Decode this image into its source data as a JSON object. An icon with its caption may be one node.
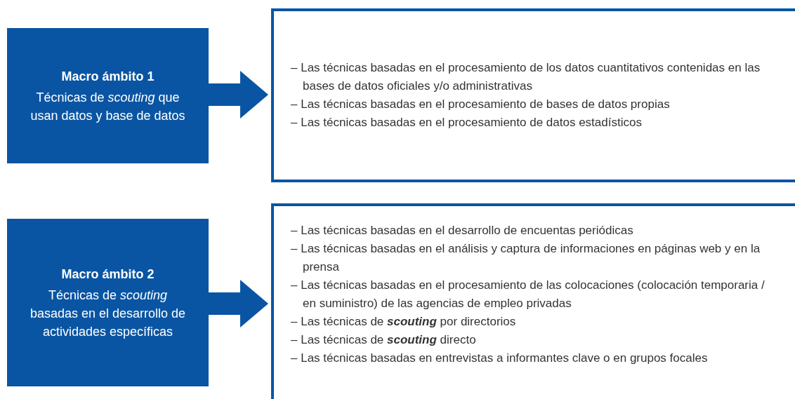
{
  "diagram": {
    "nodes": [
      {
        "text": [
          "Macro ámbito 1",
          "Técnicas de *scouting* que usan datos y base de datos"
        ]
      },
      {
        "text": [
          "– Las técnicas basadas en el procesamiento de los datos cuantitativos contenidas en las bases de datos oficiales y/o administrativas",
          "– Las técnicas basadas en el procesamiento de bases de datos propias",
          "– Las técnicas basadas en el procesamiento de datos estadísticos"
        ]
      },
      {
        "text": [
          "Macro ámbito 2",
          "Técnicas de *scouting* basadas en el desarrollo de actividades específicas"
        ]
      },
      {
        "text": [
          "– Las técnicas basadas en el desarrollo de encuentas periódicas",
          "– Las técnicas basadas en el análisis y captura de informaciones en páginas web y en la prensa",
          "– Las técnicas basadas en el procesamiento de las colocaciones (colocación temporaria / en suministro) de las agencias de empleo privadas",
          "– Las técnicas de **scouting** por directorios",
          "– Las técnicas de **scouting** directo",
          "– Las técnicas basadas en entrevistas a informantes clave o en grupos focales"
        ]
      }
    ],
    "edges": [
      {
        "from": 0,
        "to": 1,
        "arrow": "to",
        "style": "thick"
      },
      {
        "from": 2,
        "to": 3,
        "arrow": "to",
        "style": "thick"
      }
    ]
  }
}
